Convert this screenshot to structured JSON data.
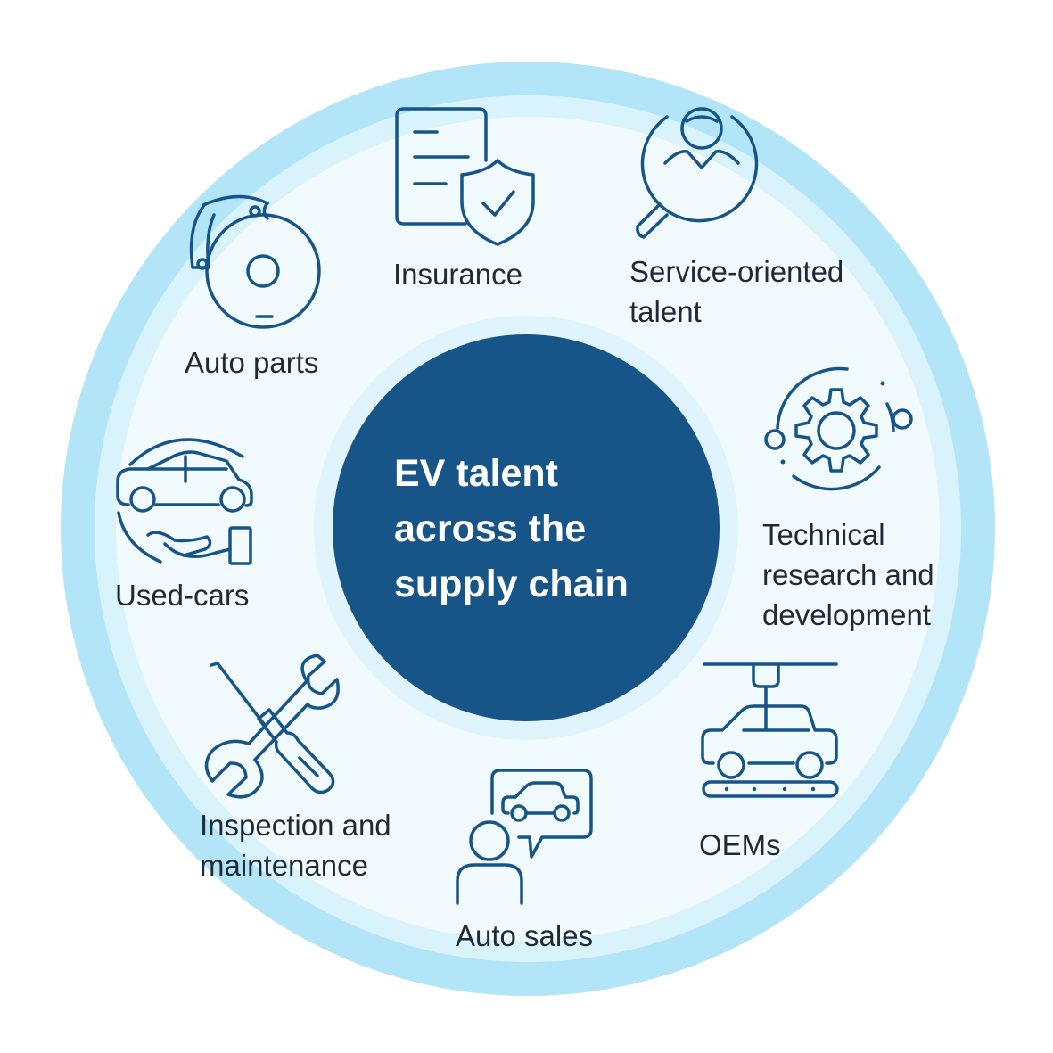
{
  "center": {
    "lines": [
      "EV talent",
      "across the",
      "supply chain"
    ]
  },
  "segments": {
    "insurance": {
      "lines": [
        "Insurance"
      ],
      "icon": "insurance-document-shield-icon"
    },
    "service_talent": {
      "lines": [
        "Service-oriented",
        "talent"
      ],
      "icon": "person-magnifier-icon"
    },
    "rnd": {
      "lines": [
        "Technical",
        "research and",
        "development"
      ],
      "icon": "gear-orbit-icon"
    },
    "oems": {
      "lines": [
        "OEMs"
      ],
      "icon": "car-assembly-line-icon"
    },
    "auto_sales": {
      "lines": [
        "Auto sales"
      ],
      "icon": "salesperson-car-bubble-icon"
    },
    "inspection": {
      "lines": [
        "Inspection and",
        "maintenance"
      ],
      "icon": "wrench-screwdriver-icon"
    },
    "used_cars": {
      "lines": [
        "Used-cars"
      ],
      "icon": "car-in-hand-icon"
    },
    "auto_parts": {
      "lines": [
        "Auto parts"
      ],
      "icon": "brake-disc-icon"
    }
  },
  "colors": {
    "hub": "#175487",
    "ring_outer": "#b3e5f8",
    "ring_mid": "#d9f3fc",
    "ring_inner": "#f1fafe",
    "icon_stroke": "#175487",
    "label_text": "#1f2a36"
  }
}
